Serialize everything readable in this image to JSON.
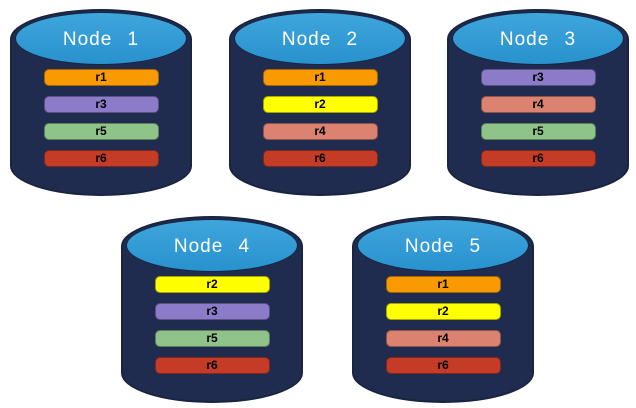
{
  "diagram": {
    "type": "data-replication-diagram",
    "partition_colors": {
      "r1": "#F99B00",
      "r2": "#FFFF00",
      "r3": "#8C7BC8",
      "r4": "#DC8271",
      "r5": "#90C389",
      "r6": "#C43C26"
    },
    "node_style": {
      "body": "#1F2C4F",
      "outline": "#182440",
      "top_light": "#3FA5DC",
      "top_dark": "#2892CE",
      "label_color": "#FFFFFF",
      "bar_text_color": "#000000"
    },
    "nodes": [
      {
        "label": "Node 1",
        "partitions": [
          "r1",
          "r3",
          "r5",
          "r6"
        ]
      },
      {
        "label": "Node 2",
        "partitions": [
          "r1",
          "r2",
          "r4",
          "r6"
        ]
      },
      {
        "label": "Node 3",
        "partitions": [
          "r3",
          "r4",
          "r5",
          "r6"
        ]
      },
      {
        "label": "Node 4",
        "partitions": [
          "r2",
          "r3",
          "r5",
          "r6"
        ]
      },
      {
        "label": "Node 5",
        "partitions": [
          "r1",
          "r2",
          "r4",
          "r6"
        ]
      }
    ]
  }
}
